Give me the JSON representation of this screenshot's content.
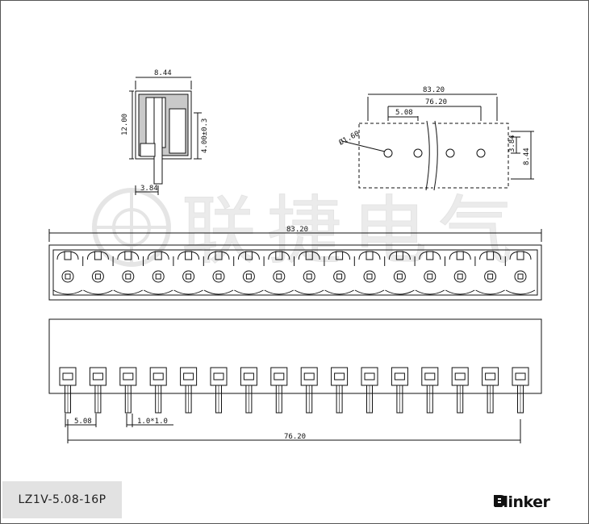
{
  "drawing": {
    "model": "LZ1V-5.08-16P",
    "brand": "Elinker",
    "watermark_text": "联捷电气",
    "side_view": {
      "width_dim": "8.44",
      "height_dim": "12.00",
      "pin_height_dim": "4.00±0.3",
      "pin_offset_dim": "3.84"
    },
    "hole_layout": {
      "overall_dim": "83.20",
      "span_dim": "76.20",
      "pitch_dim": "5.08",
      "hole_dim": "Ø1.60",
      "row_offset_dim": "3.84",
      "depth_dim": "8.44"
    },
    "top_view": {
      "length_dim": "83.20"
    },
    "front_view": {
      "pitch_dim": "5.08",
      "pin_dim": "1.0*1.0",
      "span_dim": "76.20"
    },
    "pin_count": 16
  },
  "colors": {
    "line": "#111111",
    "panel": "#e2e2e2",
    "watermark": "#d8d8d8"
  },
  "icons": {
    "brand_mark": "elinker-logo-icon"
  }
}
